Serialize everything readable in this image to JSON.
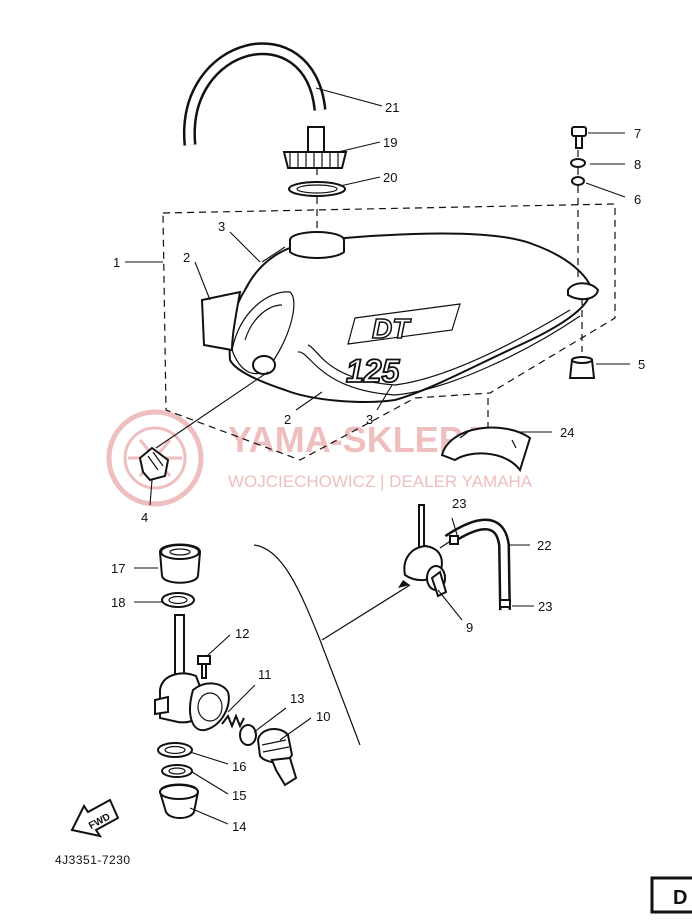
{
  "diagram": {
    "part_code": "4J3351-7230",
    "fwd_label": "FWD",
    "tank_emblem": {
      "line1": "DT",
      "line2": "125"
    },
    "watermark": {
      "title": "YAMA-SKLEP.PL",
      "subtitle": "WOJCIECHOWICZ | DEALER YAMAHA",
      "color": "#e38a8a"
    },
    "callouts": [
      {
        "id": "c-1",
        "text": "1"
      },
      {
        "id": "c-2a",
        "text": "2"
      },
      {
        "id": "c-2b",
        "text": "2"
      },
      {
        "id": "c-3a",
        "text": "3"
      },
      {
        "id": "c-3b",
        "text": "3"
      },
      {
        "id": "c-4",
        "text": "4"
      },
      {
        "id": "c-5",
        "text": "5"
      },
      {
        "id": "c-6",
        "text": "6"
      },
      {
        "id": "c-7",
        "text": "7"
      },
      {
        "id": "c-8",
        "text": "8"
      },
      {
        "id": "c-9",
        "text": "9"
      },
      {
        "id": "c-10",
        "text": "10"
      },
      {
        "id": "c-11",
        "text": "11"
      },
      {
        "id": "c-12",
        "text": "12"
      },
      {
        "id": "c-13",
        "text": "13"
      },
      {
        "id": "c-14",
        "text": "14"
      },
      {
        "id": "c-15",
        "text": "15"
      },
      {
        "id": "c-16",
        "text": "16"
      },
      {
        "id": "c-17",
        "text": "17"
      },
      {
        "id": "c-18",
        "text": "18"
      },
      {
        "id": "c-19",
        "text": "19"
      },
      {
        "id": "c-20",
        "text": "20"
      },
      {
        "id": "c-21",
        "text": "21"
      },
      {
        "id": "c-22",
        "text": "22"
      },
      {
        "id": "c-23a",
        "text": "23"
      },
      {
        "id": "c-23b",
        "text": "23"
      },
      {
        "id": "c-24",
        "text": "24"
      }
    ]
  }
}
